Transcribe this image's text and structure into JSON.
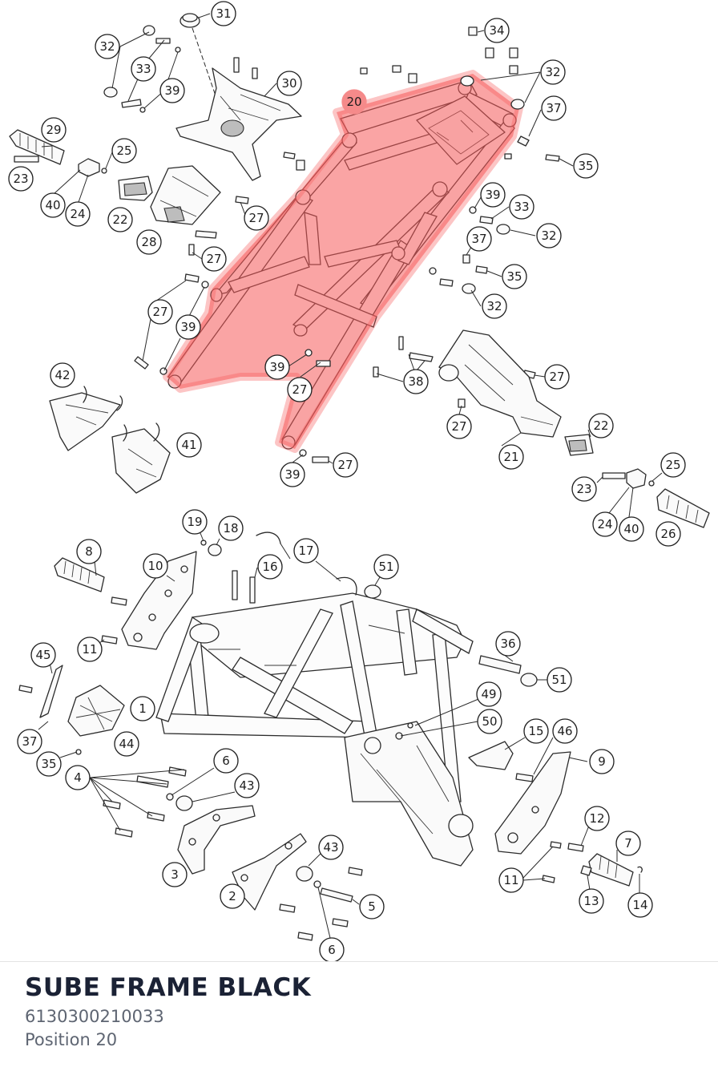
{
  "part": {
    "title": "SUBE FRAME BLACK",
    "number": "6130300210033",
    "position": "Position 20"
  },
  "highlight_color": "#f58a8a",
  "callouts": [
    "1",
    "2",
    "3",
    "4",
    "5",
    "6",
    "7",
    "8",
    "9",
    "10",
    "11",
    "12",
    "13",
    "14",
    "15",
    "16",
    "17",
    "18",
    "19",
    "20",
    "21",
    "22",
    "23",
    "24",
    "25",
    "26",
    "27",
    "28",
    "29",
    "30",
    "31",
    "32",
    "33",
    "34",
    "35",
    "36",
    "37",
    "38",
    "39",
    "40",
    "41",
    "42",
    "43",
    "44",
    "45",
    "46",
    "49",
    "50",
    "51"
  ],
  "highlighted_callout": "20"
}
